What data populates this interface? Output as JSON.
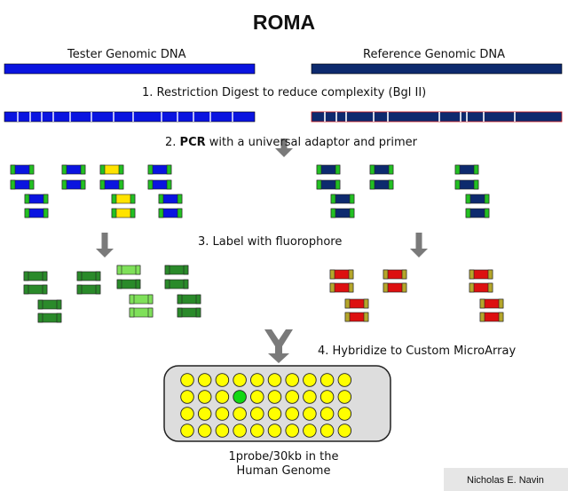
{
  "title": "ROMA",
  "labels": {
    "tester": "Tester Genomic DNA",
    "reference": "Reference Genomic DNA"
  },
  "steps": {
    "step1": "1. Restriction Digest to reduce complexity (Bgl II)",
    "step2_prefix": "2. ",
    "step2_bold": "PCR",
    "step2_suffix": " with a universal adaptor and primer",
    "step3": "3. Label with fluorophore",
    "step4": "4. Hybridize to Custom MicroArray"
  },
  "caption": "1probe/30kb in the Human Genome",
  "credit": "Nicholas E. Navin",
  "colors": {
    "tester_dna": "#0a14e0",
    "reference_dna": "#0d2a6e",
    "reference_cut": "#d01818",
    "adaptor": "#22c022",
    "tester_yellow": "#ffe300",
    "label_green": "#2a8a2a",
    "label_light_green": "#7fe05a",
    "label_red": "#dd1010",
    "label_olive": "#b5a62a",
    "arrow": "#7a7a7a",
    "array_bg": "#dddddd",
    "spot_yellow": "#ffff00",
    "spot_green": "#12d812"
  },
  "microarray": {
    "rows": 4,
    "cols": 10,
    "green_spot": {
      "row": 1,
      "col": 3
    }
  }
}
